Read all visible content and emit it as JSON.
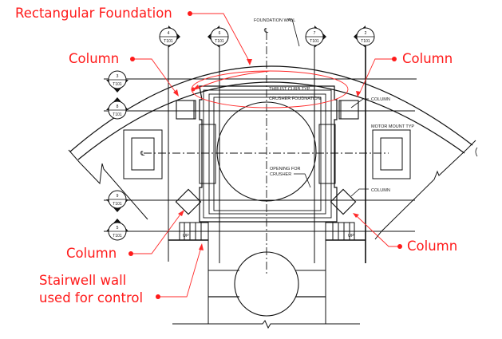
{
  "drawing": {
    "title": "Crusher foundation plan with annotation callouts",
    "cad_labels": {
      "foundation_wall": "FOUNDATION WALL",
      "centerline_top": "℄",
      "centerline_left": "℄",
      "thrust_curb": "THRUST CURB TYP",
      "crusher_foundation": "CRUSHER FOUDNATION",
      "column_upper_right": "COLUMN",
      "motor_mount": "MOTOR MOUNT TYP",
      "opening_line1": "OPENING FOR",
      "opening_line2": "CRUSHER",
      "column_lower_right": "COLUMN",
      "stair_up_left": "UP",
      "stair_up_right": "UP"
    },
    "grid_markers": [
      {
        "id": "marker-4",
        "number": "4",
        "sheet": "T101"
      },
      {
        "id": "marker-6",
        "number": "6",
        "sheet": "T101"
      },
      {
        "id": "marker-7",
        "number": "7",
        "sheet": "T101"
      },
      {
        "id": "marker-2",
        "number": "2",
        "sheet": "T101"
      },
      {
        "id": "marker-3",
        "number": "3",
        "sheet": "T101"
      },
      {
        "id": "marker-8",
        "number": "8",
        "sheet": "T101"
      },
      {
        "id": "marker-9",
        "number": "9",
        "sheet": "T101"
      },
      {
        "id": "marker-5",
        "number": "5",
        "sheet": "T101"
      }
    ]
  },
  "callouts": {
    "rectangular_foundation": "Rectangular Foundation",
    "column_top_left": "Column",
    "column_top_right": "Column",
    "column_bottom_left": "Column",
    "column_bottom_right": "Column",
    "stairwell_line1": "Stairwell wall",
    "stairwell_line2": "used for control"
  },
  "colors": {
    "annotation": "#ff1a1a",
    "linework": "#111111",
    "background": "#ffffff"
  }
}
